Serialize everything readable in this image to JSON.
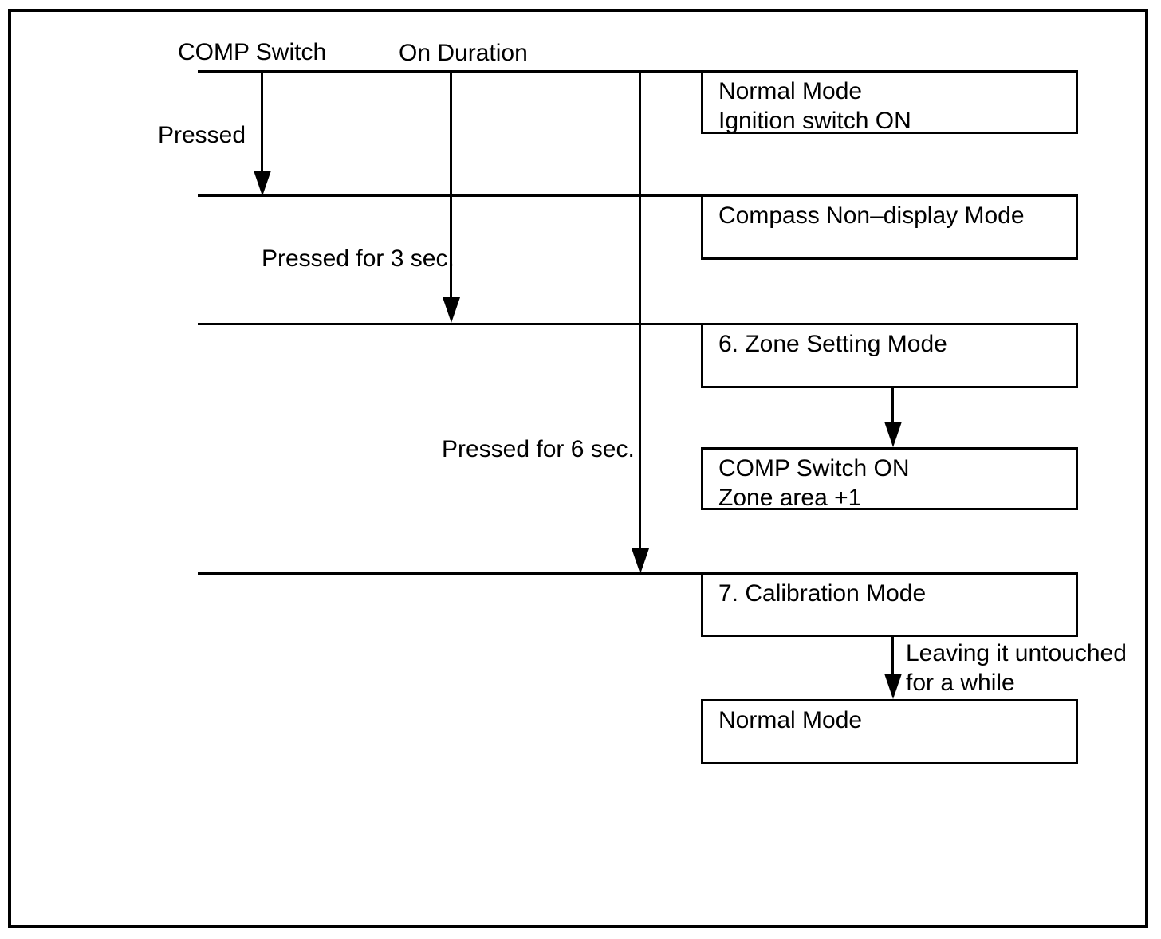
{
  "diagram": {
    "title_context": "COMP switch mode transition flow",
    "columns": {
      "comp_switch": "COMP Switch",
      "on_duration": "On Duration"
    },
    "events": {
      "pressed": "Pressed",
      "pressed_3sec": "Pressed for 3 sec.",
      "pressed_6sec": "Pressed for 6 sec."
    },
    "boxes": [
      {
        "id": "normal-mode",
        "text": "Normal Mode\nIgnition switch ON"
      },
      {
        "id": "compass-non-display-mode",
        "text": "Compass Non–display Mode"
      },
      {
        "id": "zone-setting-mode",
        "text": "6. Zone Setting Mode"
      },
      {
        "id": "comp-switch-on",
        "text": "COMP Switch ON\nZone area +1"
      },
      {
        "id": "calibration-mode",
        "text": "7. Calibration Mode"
      },
      {
        "id": "normal-mode-return",
        "text": "Normal Mode"
      }
    ],
    "annotations": {
      "leaving_untouched": "Leaving it untouched\nfor a while"
    },
    "colors": {
      "line": "#000000",
      "background": "#ffffff",
      "text": "#000000"
    }
  }
}
